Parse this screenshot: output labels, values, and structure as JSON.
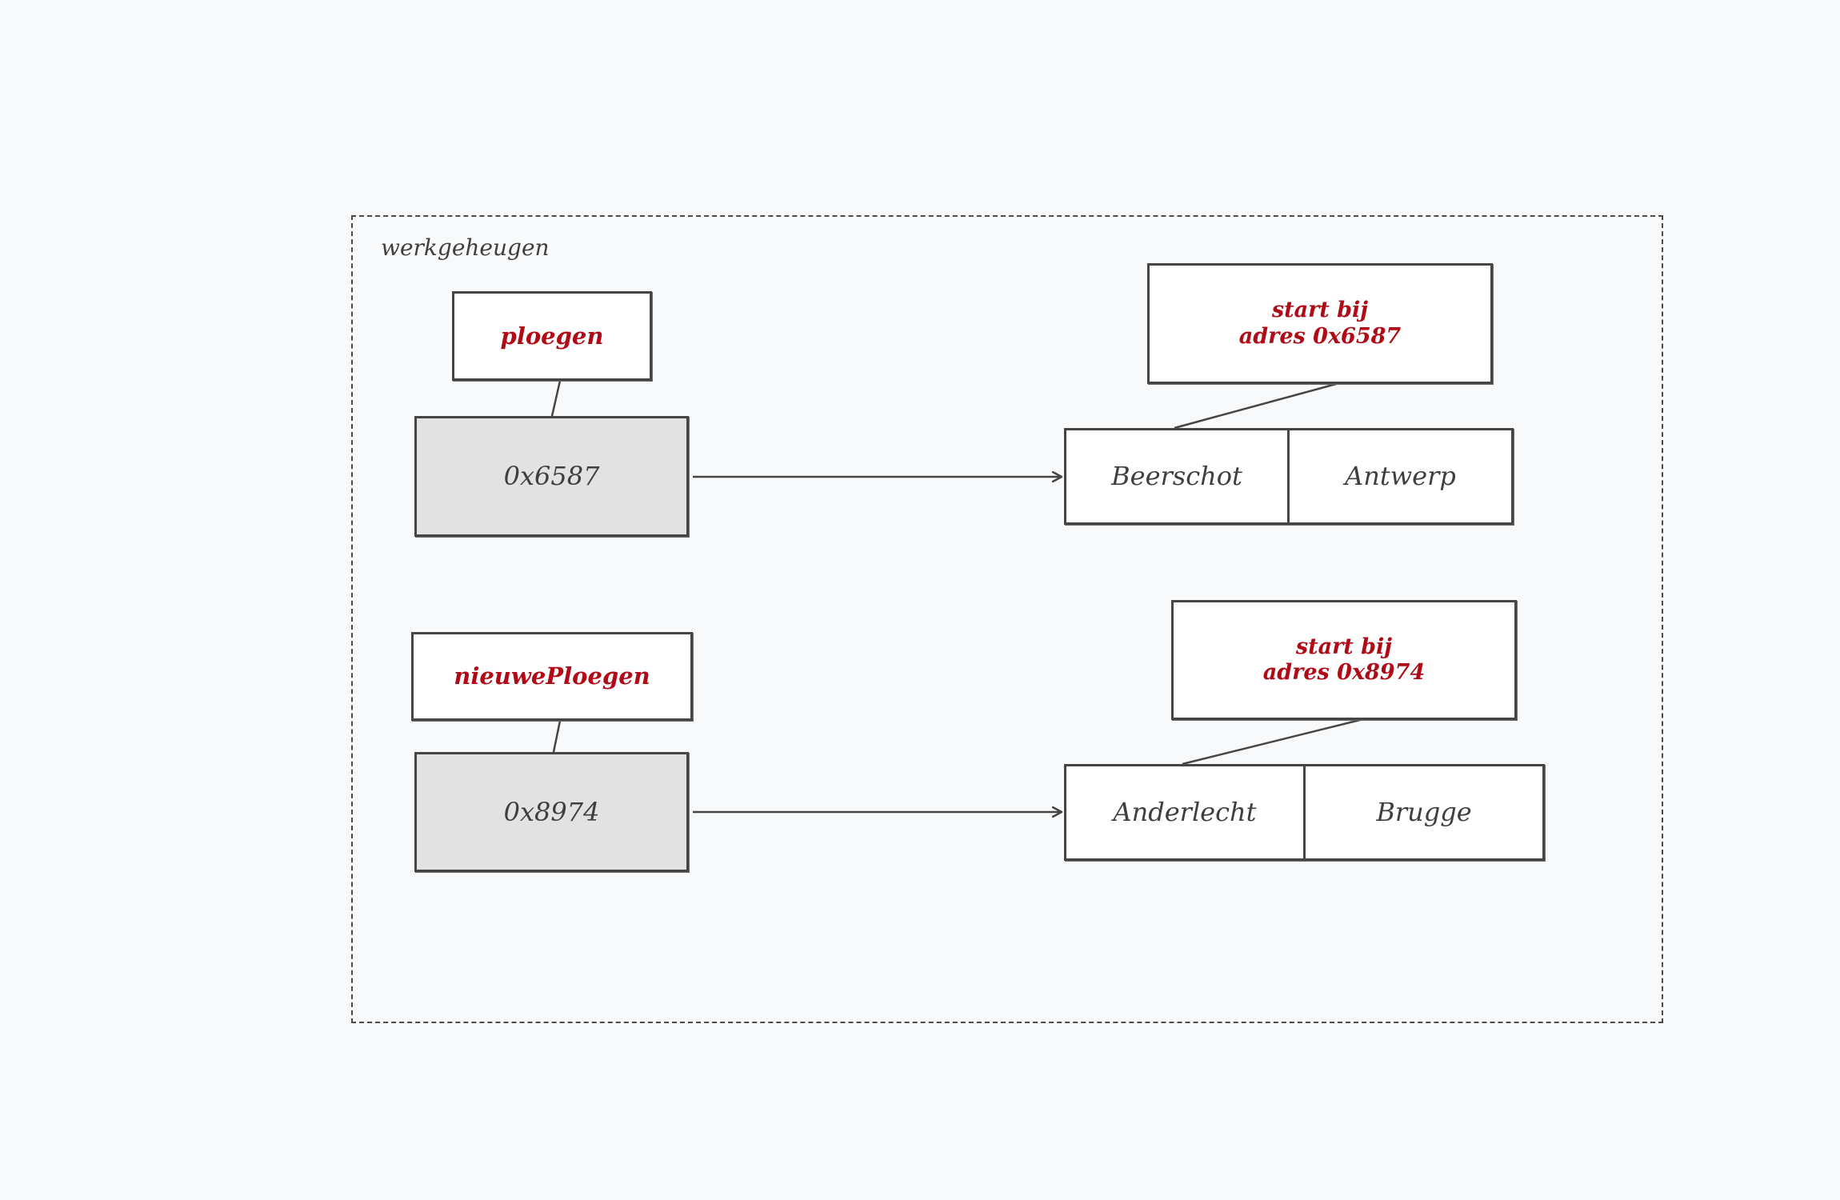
{
  "diagram": {
    "frame_label": "werkgeheugen",
    "rows": [
      {
        "variable_name": "ploegen",
        "address": "0x6587",
        "note": [
          "start bij",
          "adres 0x6587"
        ],
        "cells": [
          "Beerschot",
          "Antwerp"
        ]
      },
      {
        "variable_name": "nieuwePloegen",
        "address": "0x8974",
        "note": [
          "start bij",
          "adres 0x8974"
        ],
        "cells": [
          "Anderlecht",
          "Brugge"
        ]
      }
    ],
    "colors": {
      "background": "#f8f9fa",
      "stroke": "#454545",
      "accent_text": "#b00a16",
      "value_fill": "#e2e2e2"
    }
  }
}
